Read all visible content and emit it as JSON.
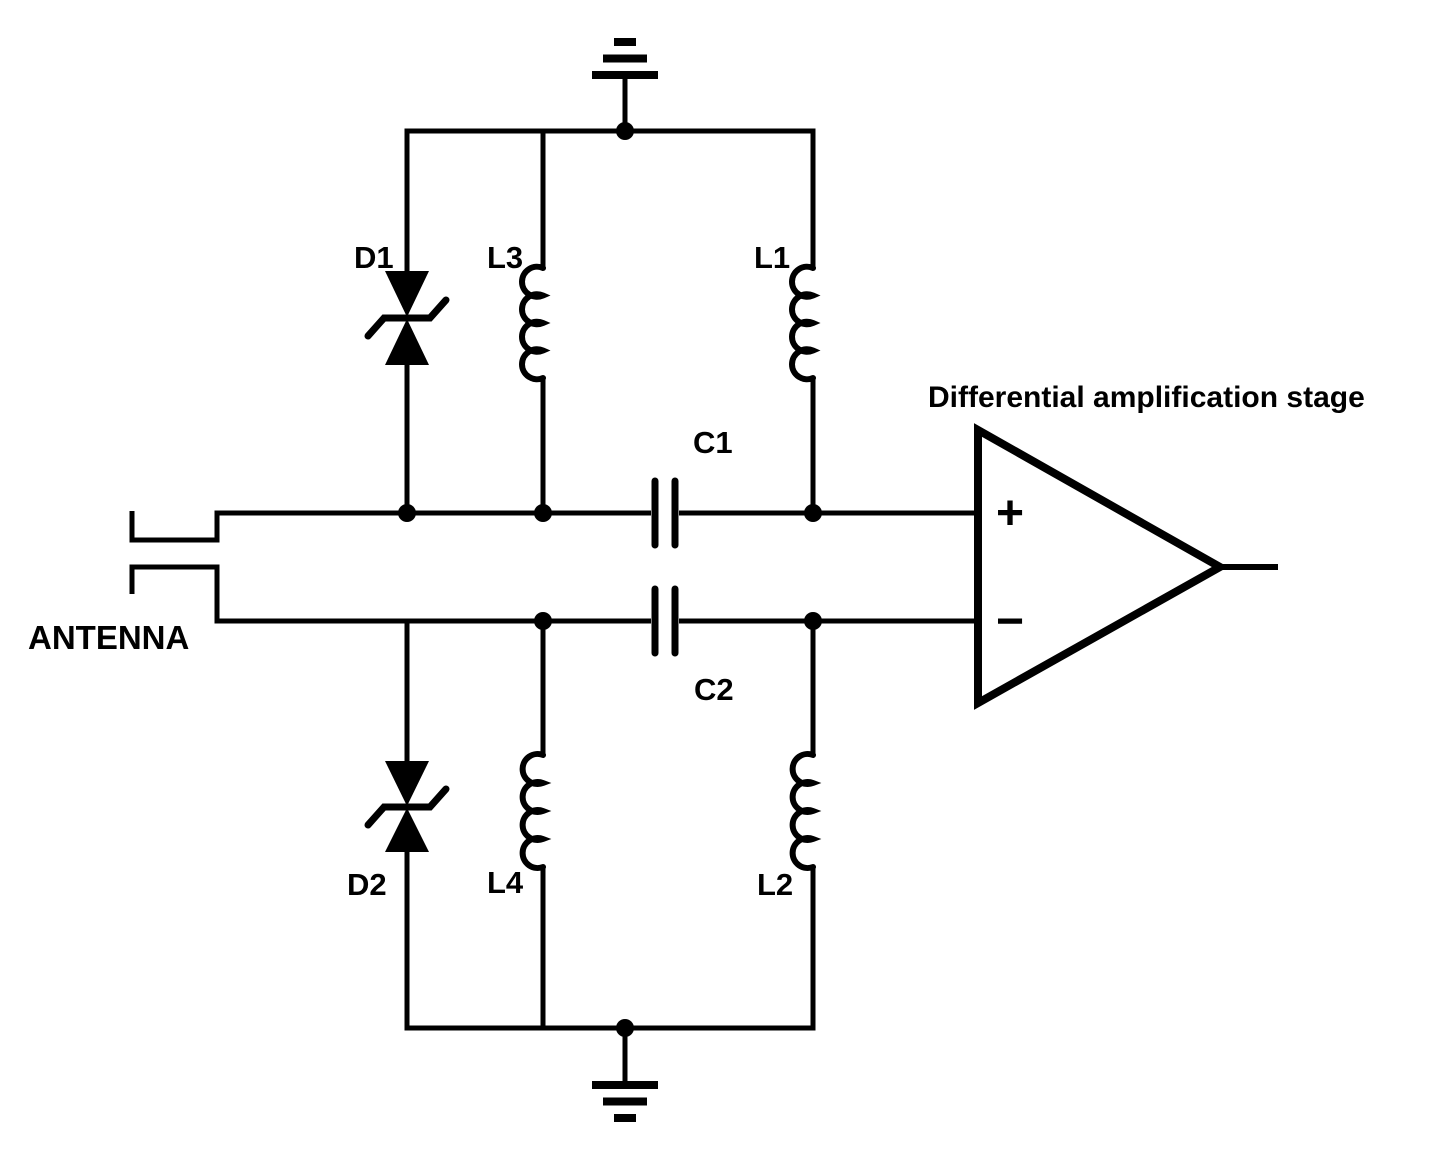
{
  "title": "Differential amplification stage",
  "antenna_label": "ANTENNA",
  "labels": {
    "d1": "D1",
    "d2": "D2",
    "l1": "L1",
    "l2": "L2",
    "l3": "L3",
    "l4": "L4",
    "c1": "C1",
    "c2": "C2"
  },
  "amplifier": {
    "plus": "+",
    "minus": "−"
  },
  "colors": {
    "stroke": "#000000",
    "background": "#ffffff"
  }
}
